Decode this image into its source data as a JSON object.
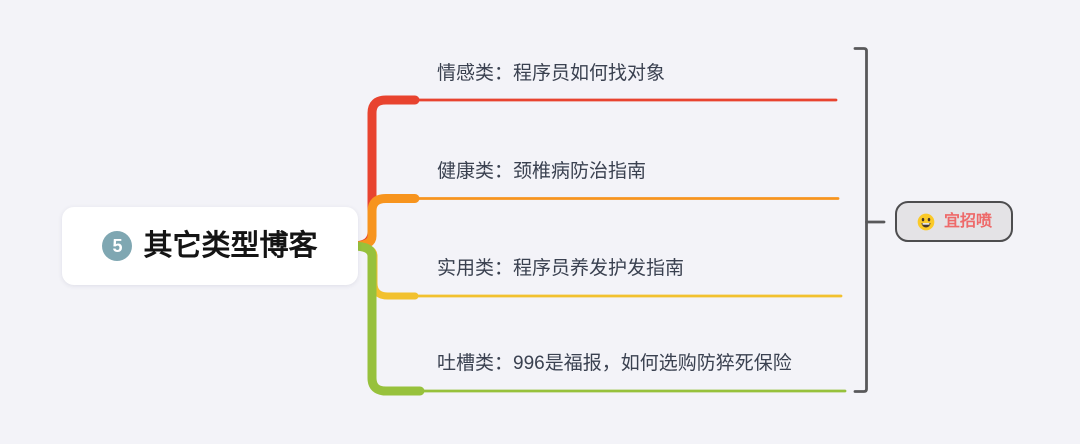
{
  "colors": {
    "background": "#f3f3f8",
    "node_bg": "#ffffff",
    "node_text": "#141414",
    "badge_bg": "#7fa7b2",
    "badge_text": "#ffffff",
    "branch_text": "#3a4150",
    "bracket": "#58585a",
    "callout_bg": "#e4e3e6",
    "callout_border": "#4d4d4f",
    "callout_text": "#ee6a6a",
    "emoji_face": "#fbca28",
    "emoji_features": "#47382b",
    "emoji_teeth": "#ffffff"
  },
  "root": {
    "badge": "5",
    "label": "其它类型博客"
  },
  "branches": [
    {
      "label": "情感类：程序员如何找对象",
      "color": "#e8432f"
    },
    {
      "label": "健康类：颈椎病防治指南",
      "color": "#f7941e"
    },
    {
      "label": "实用类：程序员养发护发指南",
      "color": "#f2c12e"
    },
    {
      "label": "吐槽类：996是福报，如何选购防猝死保险",
      "color": "#97c13c"
    }
  ],
  "callout": {
    "label": "宜招喷",
    "emoji": "smiling-face-open-mouth"
  }
}
